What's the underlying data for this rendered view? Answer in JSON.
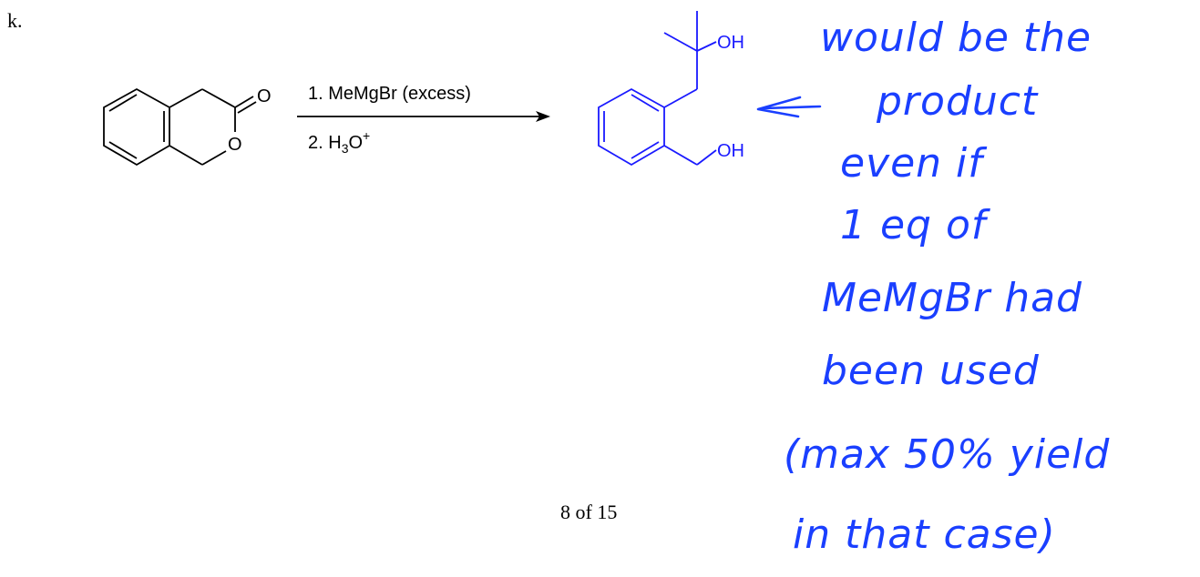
{
  "problem": {
    "letter": "k."
  },
  "scheme": {
    "reactant_atoms": {
      "carbonyl_o": "O",
      "ring_o": "O"
    },
    "conditions": {
      "step1": "1. MeMgBr (excess)",
      "step2_prefix": "2. H",
      "step2_sub": "3",
      "step2_suffix": "O",
      "step2_sup": "+"
    },
    "product_atoms": {
      "oh_top": "OH",
      "oh_bottom": "OH"
    },
    "product_color": "#1a1aff"
  },
  "annotation": {
    "color": "#1a3fff",
    "lines": [
      "would be the",
      "product",
      "even if",
      "1 eq of",
      "MeMgBr had",
      "been used",
      "(max 50% yield",
      "in that case)"
    ]
  },
  "footer": {
    "page_number": "8 of 15"
  }
}
